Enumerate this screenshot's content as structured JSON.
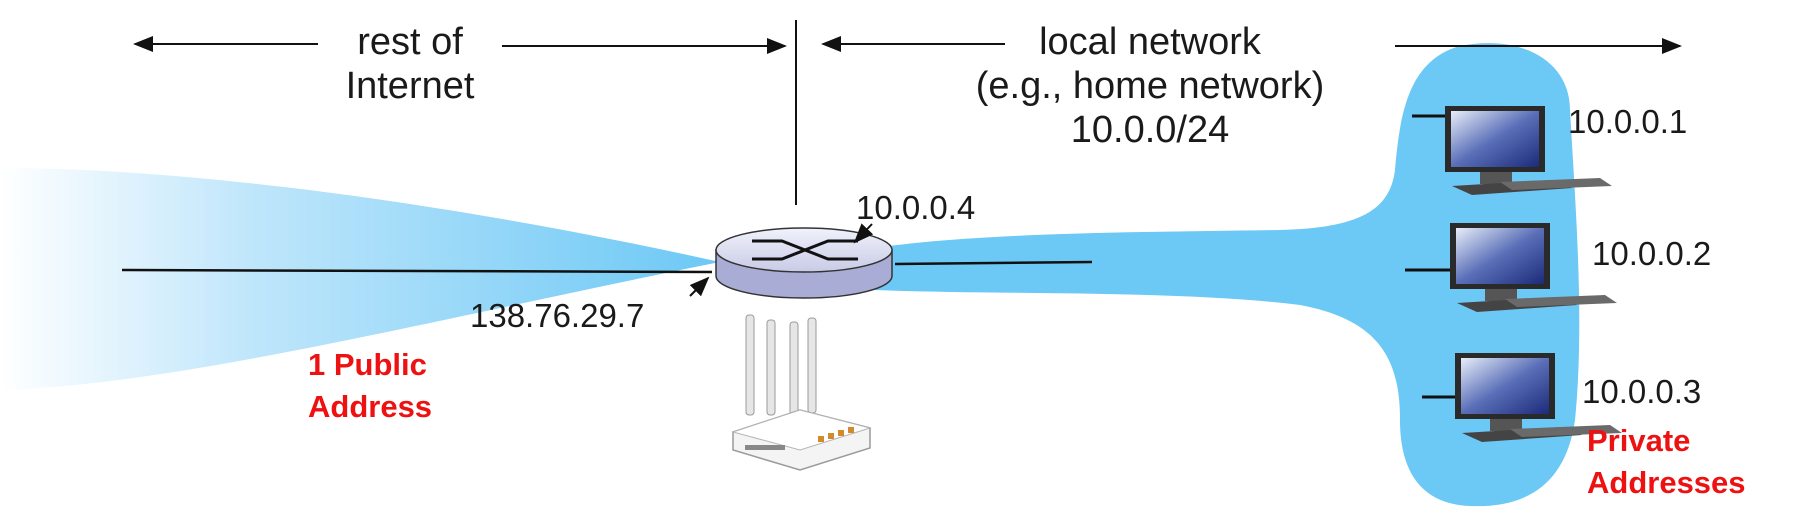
{
  "labels": {
    "rest_of_internet_line1": "rest of",
    "rest_of_internet_line2": "Internet",
    "local_network_line1": "local network",
    "local_network_line2": "(e.g., home network)",
    "local_network_subnet": "10.0.0/24",
    "public_line1": "1 Public",
    "public_line2": "Address",
    "private_line1": "Private",
    "private_line2": "Addresses"
  },
  "router": {
    "lan_ip": "10.0.0.4",
    "wan_ip": "138.76.29.7"
  },
  "hosts": [
    {
      "ip": "10.0.0.1"
    },
    {
      "ip": "10.0.0.2"
    },
    {
      "ip": "10.0.0.3"
    }
  ],
  "colors": {
    "network_blue": "#6cc8f5",
    "label_red": "#ee1111",
    "line": "#111111"
  },
  "icons": [
    "router-icon",
    "wifi-router-icon",
    "desktop-computer-icon"
  ]
}
